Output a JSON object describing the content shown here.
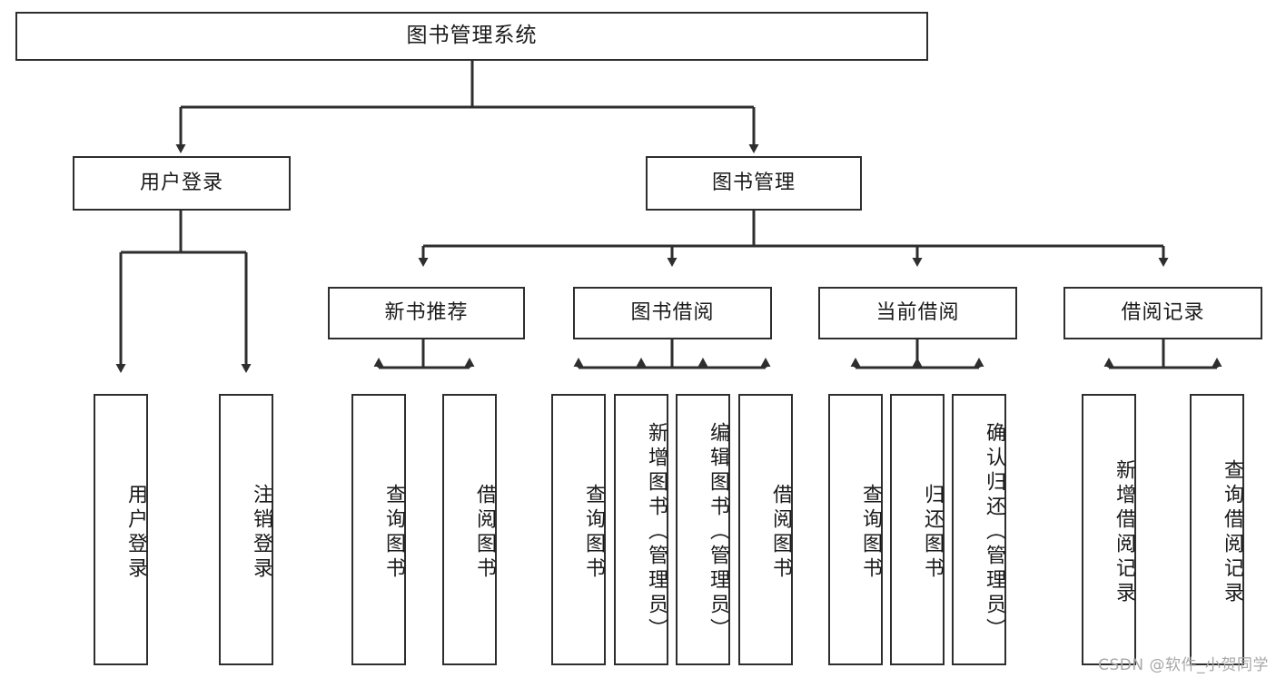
{
  "diagram": {
    "type": "tree-hierarchy",
    "title": "图书管理系统",
    "root": {
      "id": "root",
      "label": "图书管理系统"
    },
    "level2": [
      {
        "id": "user-login",
        "label": "用户登录"
      },
      {
        "id": "book-manage",
        "label": "图书管理"
      }
    ],
    "level3": [
      {
        "id": "new-book-recommend",
        "label": "新书推荐",
        "parent": "book-manage"
      },
      {
        "id": "book-borrow",
        "label": "图书借阅",
        "parent": "book-manage"
      },
      {
        "id": "current-borrow",
        "label": "当前借阅",
        "parent": "book-manage"
      },
      {
        "id": "borrow-record",
        "label": "借阅记录",
        "parent": "book-manage"
      }
    ],
    "leaves": [
      {
        "id": "leaf-user-login",
        "label": "用户登录",
        "parent": "user-login"
      },
      {
        "id": "leaf-logout-login",
        "label": "注销登录",
        "parent": "user-login"
      },
      {
        "id": "leaf-query-book-1",
        "label": "查询图书",
        "parent": "new-book-recommend"
      },
      {
        "id": "leaf-borrow-book-1",
        "label": "借阅图书",
        "parent": "new-book-recommend"
      },
      {
        "id": "leaf-query-book-2",
        "label": "查询图书",
        "parent": "book-borrow"
      },
      {
        "id": "leaf-add-book",
        "label": "新增图书（管理员）",
        "parent": "book-borrow"
      },
      {
        "id": "leaf-edit-book",
        "label": "编辑图书（管理员）",
        "parent": "book-borrow"
      },
      {
        "id": "leaf-borrow-book-2",
        "label": "借阅图书",
        "parent": "book-borrow"
      },
      {
        "id": "leaf-query-book-3",
        "label": "查询图书",
        "parent": "current-borrow"
      },
      {
        "id": "leaf-return-book",
        "label": "归还图书",
        "parent": "current-borrow"
      },
      {
        "id": "leaf-confirm-return",
        "label": "确认归还（管理员）",
        "parent": "current-borrow"
      },
      {
        "id": "leaf-add-record",
        "label": "新增借阅记录",
        "parent": "borrow-record"
      },
      {
        "id": "leaf-query-record",
        "label": "查询借阅记录",
        "parent": "borrow-record"
      }
    ],
    "colors": {
      "stroke": "#2e2e2e",
      "fill": "#ffffff",
      "text": "#1a1a1a",
      "watermark": "#a8a8a8"
    }
  },
  "watermark": {
    "text": "CSDN @软件_小贺同学"
  }
}
